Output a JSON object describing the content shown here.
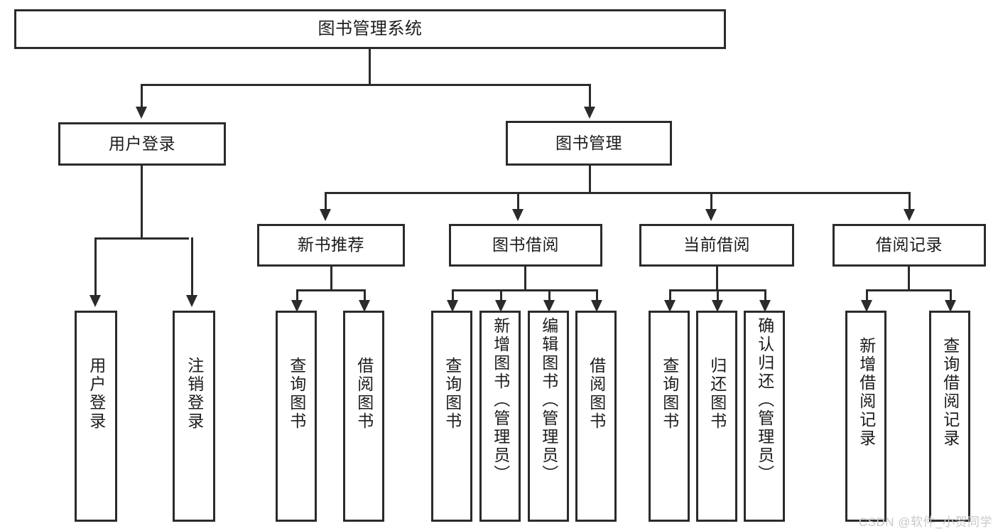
{
  "diagram": {
    "title": "图书管理系统",
    "type": "hierarchy-tree",
    "root": {
      "label": "图书管理系统"
    },
    "level2": [
      {
        "label": "用户登录"
      },
      {
        "label": "图书管理"
      }
    ],
    "level3": [
      {
        "label": "新书推荐"
      },
      {
        "label": "图书借阅"
      },
      {
        "label": "当前借阅"
      },
      {
        "label": "借阅记录"
      }
    ],
    "leaves": {
      "user_login": [
        {
          "label": "用户登录"
        },
        {
          "label": "注销登录"
        }
      ],
      "new_book_recommend": [
        {
          "label": "查询图书"
        },
        {
          "label": "借阅图书"
        }
      ],
      "book_borrow": [
        {
          "label": "查询图书"
        },
        {
          "label": "新增图书（管理员）"
        },
        {
          "label": "编辑图书（管理员）"
        },
        {
          "label": "借阅图书"
        }
      ],
      "current_borrow": [
        {
          "label": "查询图书"
        },
        {
          "label": "归还图书"
        },
        {
          "label": "确认归还（管理员）"
        }
      ],
      "borrow_record": [
        {
          "label": "新增借阅记录"
        },
        {
          "label": "查询借阅记录"
        }
      ]
    }
  },
  "watermark": {
    "text": "CSDN @软件_小贺同学"
  },
  "colors": {
    "stroke": "#2b2b2b",
    "background": "#ffffff",
    "text": "#1c1c1c",
    "watermark": "#c9c9c9"
  }
}
